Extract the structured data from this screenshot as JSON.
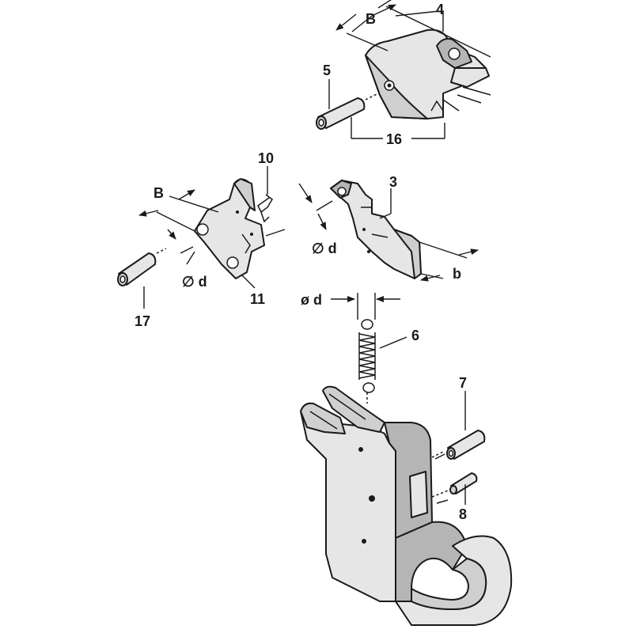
{
  "labels": {
    "part_3": "3",
    "part_4": "4",
    "part_5": "5",
    "part_6": "6",
    "part_7": "7",
    "part_8": "8",
    "part_10": "10",
    "part_11": "11",
    "part_16": "16",
    "part_17": "17",
    "dim_B_top": "B",
    "dim_B_left": "B",
    "dim_b": "b",
    "dim_d_left": "∅ d",
    "dim_d_right": "∅ d",
    "dim_d_spring": "ø d"
  }
}
